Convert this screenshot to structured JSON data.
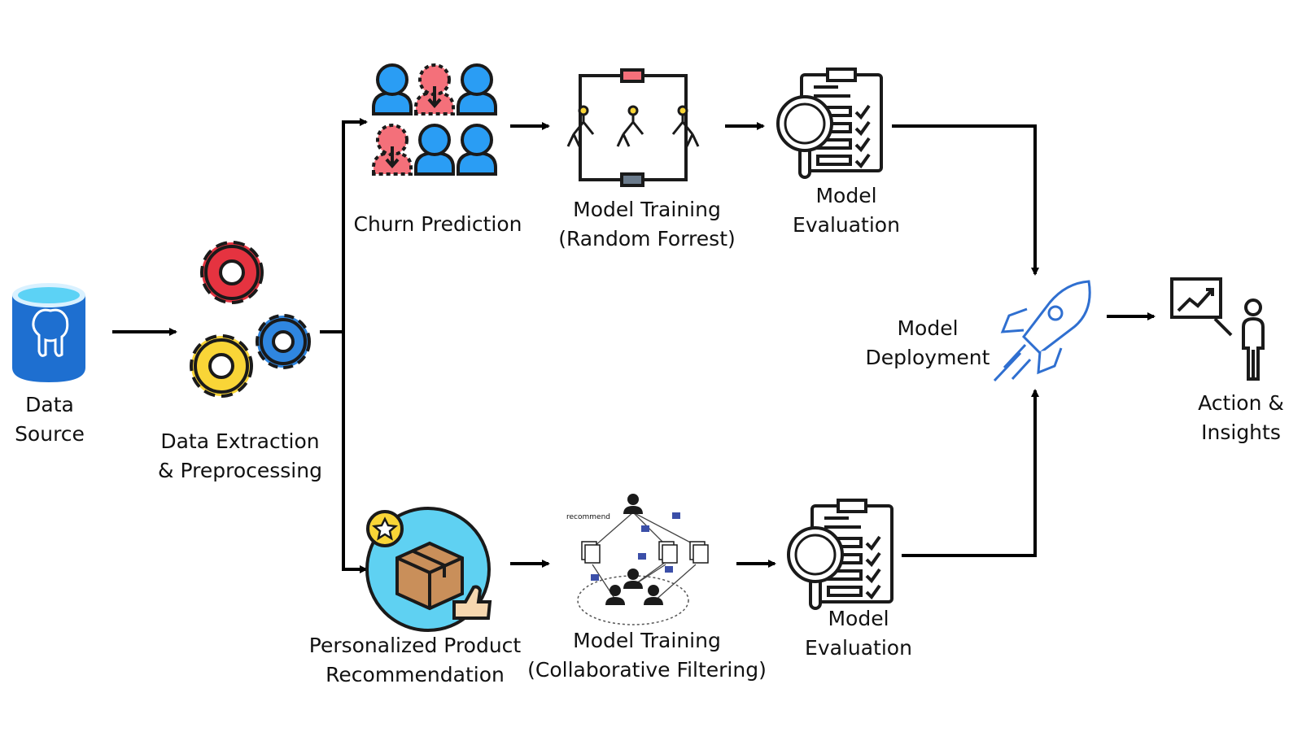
{
  "diagram": {
    "data_source": {
      "line1": "Data",
      "line2": "Source"
    },
    "extraction": {
      "line1": "Data Extraction",
      "line2": "& Preprocessing"
    },
    "churn": {
      "label": "Churn Prediction"
    },
    "rf_training": {
      "line1": "Model Training",
      "line2": "(Random Forrest)"
    },
    "eval_top": {
      "line1": "Model",
      "line2": "Evaluation"
    },
    "deployment": {
      "line1": "Model",
      "line2": "Deployment"
    },
    "action": {
      "line1": "Action &",
      "line2": "Insights"
    },
    "recommendation": {
      "line1": "Personalized Product",
      "line2": "Recommendation"
    },
    "cf_training": {
      "line1": "Model Training",
      "line2": "(Collaborative Filtering)",
      "recommend_tag": "recommend"
    },
    "eval_bottom": {
      "line1": "Model",
      "line2": "Evaluation"
    }
  },
  "colors": {
    "db_blue": "#1e6fd0",
    "gear_red": "#e53340",
    "gear_yellow": "#f9d537",
    "gear_blue": "#2f86e0",
    "person_blue": "#2a9df4",
    "person_red": "#f4707a",
    "box_brown": "#c98f5a",
    "circle_cyan": "#5fd1f2",
    "rocket_blue": "#2f6fd0"
  }
}
